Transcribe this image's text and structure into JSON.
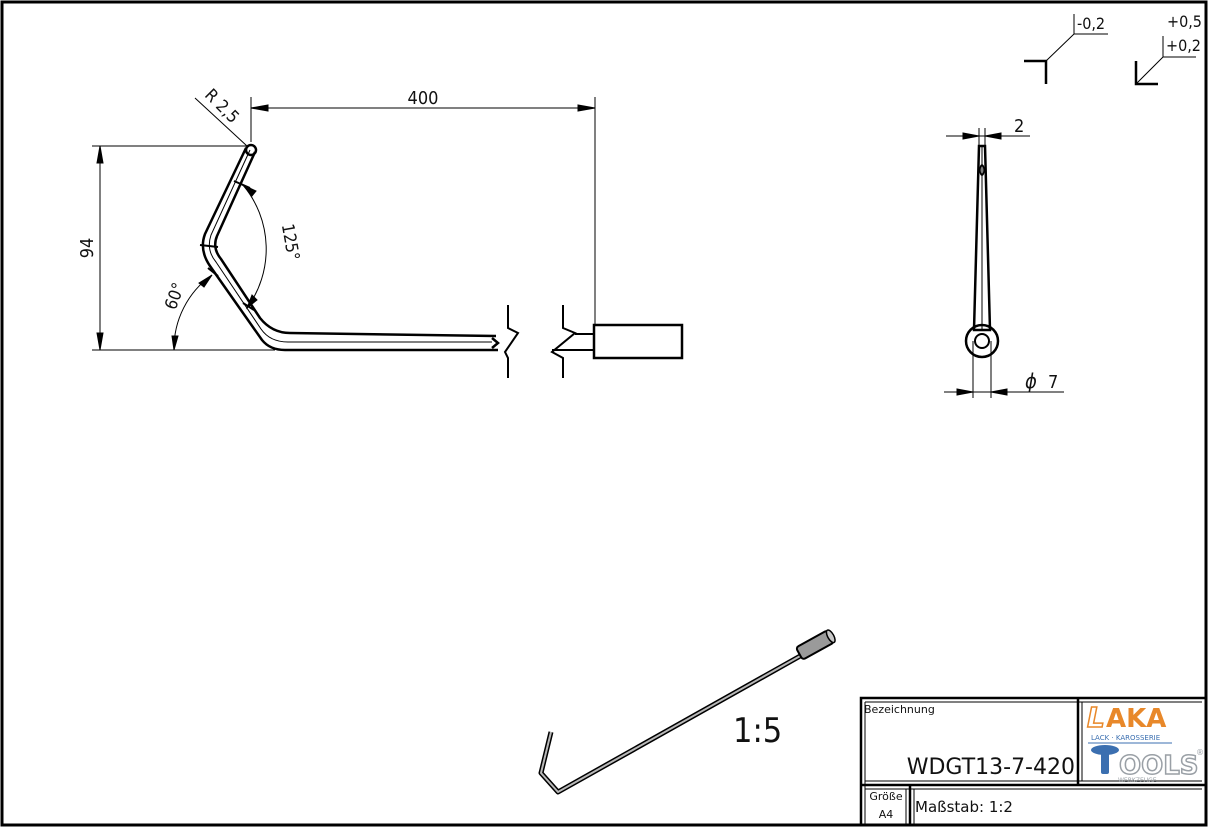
{
  "dimensions": {
    "length": "400",
    "height": "94",
    "radius": "R 2,5",
    "angle_bend": "125°",
    "angle_base": "60°",
    "thickness": "2",
    "diameter_symbol": "ϕ",
    "diameter_value": "7"
  },
  "tolerances": {
    "tol1": "-0,2",
    "tol2_upper": "+0,5",
    "tol2_lower": "+0,2"
  },
  "iso_view": {
    "scale": "1:5"
  },
  "title_block": {
    "bezeichnung_label": "Bezeichnung",
    "part_number": "WDGT13-7-420",
    "size_label": "Größe",
    "size_value": "A4",
    "scale_label": "Maßstab: 1:2"
  },
  "logo": {
    "line1": "AKA",
    "line1_prefix": "L",
    "subtitle1": "LACK · KAROSSERIE",
    "line2": "OOLS",
    "line2_prefix": "T",
    "subtitle2": "WERKZEUGE",
    "registered": "®",
    "color_orange": "#e8882a",
    "color_blue": "#3b6fb0",
    "color_gray": "#9aa0a6"
  }
}
